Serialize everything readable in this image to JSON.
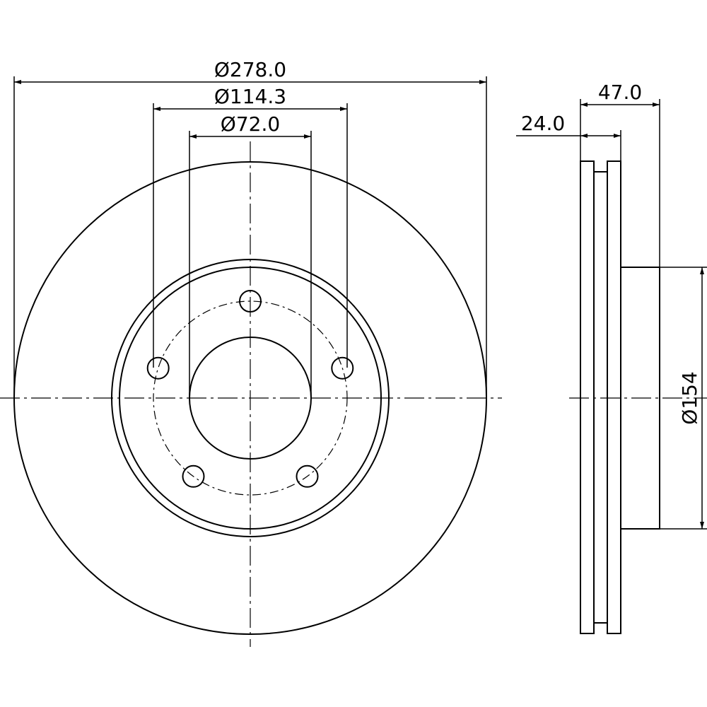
{
  "dimensions": {
    "outer_diameter": "Ø278.0",
    "bolt_circle": "Ø114.3",
    "center_bore": "Ø72.0",
    "total_height": "47.0",
    "thickness": "24.0",
    "hat_diameter": "Ø154"
  },
  "disc": {
    "bolt_holes": 5
  }
}
